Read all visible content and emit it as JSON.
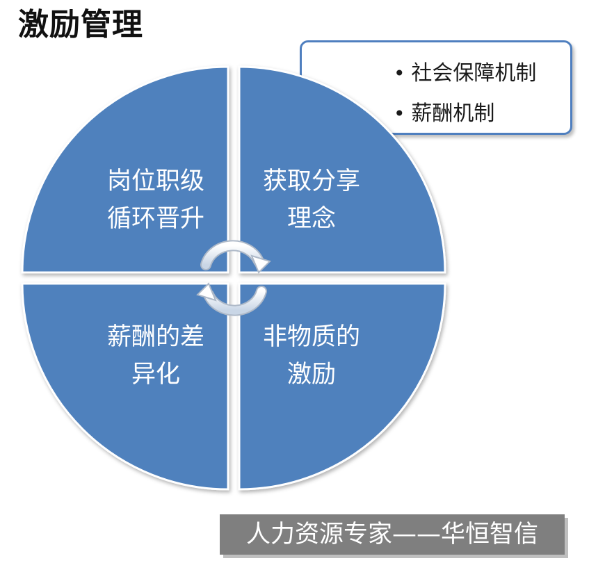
{
  "title": "激励管理",
  "callout": {
    "items": [
      "社会保障机制",
      "薪酬机制"
    ]
  },
  "quadrants": {
    "top_left": [
      "岗位职级",
      "循环晋升"
    ],
    "top_right": [
      "获取分享",
      "理念"
    ],
    "bottom_left": [
      "薪酬的差",
      "异化"
    ],
    "bottom_right": [
      "非物质的",
      "激励"
    ]
  },
  "footer": "人力资源专家——华恒智信",
  "colors": {
    "quadrant_fill": "#4f81bd",
    "callout_border": "#4f7fbf",
    "footer_bg": "#7f7f7f"
  },
  "icons": [
    "cycle-arrows-icon"
  ]
}
